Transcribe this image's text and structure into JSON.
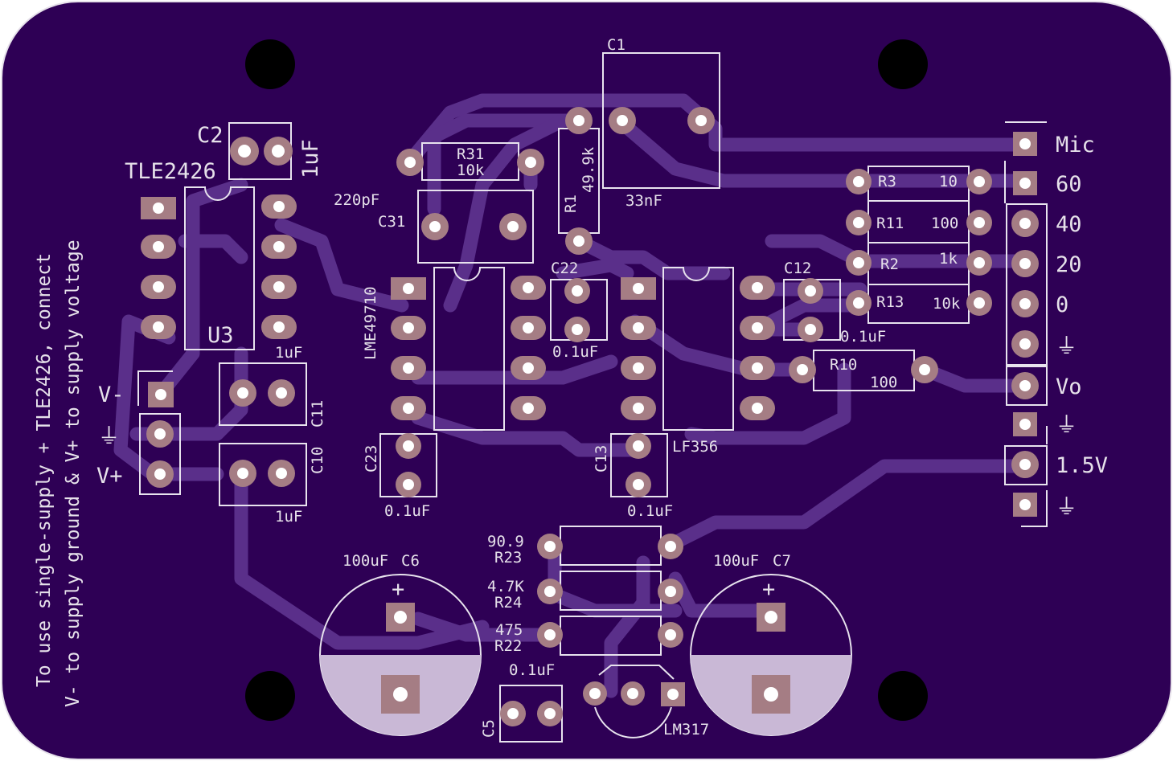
{
  "colors": {
    "board": "#2e0055",
    "trace": "#5a2f8a",
    "silkscreen": "#e6e1ea",
    "pad": "#a57d84",
    "cap_fill": "#c9b8d6"
  },
  "note": {
    "line1": "To use single-supply + TLE2426, connect",
    "line2": "V- to supply ground & V+ to supply voltage"
  },
  "components": {
    "C1": {
      "ref": "C1",
      "value": "33nF"
    },
    "C2": {
      "ref": "C2",
      "value": "1uF"
    },
    "U3": {
      "ref": "U3",
      "part": "TLE2426"
    },
    "R31": {
      "ref": "R31",
      "value": "10k"
    },
    "C31": {
      "ref": "C31",
      "value": "220pF"
    },
    "R1": {
      "ref": "R1",
      "value": "49.9k"
    },
    "C22": {
      "ref": "C22",
      "value": "0.1uF"
    },
    "U1": {
      "part": "LME49710"
    },
    "U2": {
      "part": "LF356"
    },
    "C12": {
      "ref": "C12",
      "value": "0.1uF"
    },
    "R10": {
      "ref": "R10",
      "value": "100"
    },
    "R3": {
      "ref": "R3",
      "value": "10"
    },
    "R11": {
      "ref": "R11",
      "value": "100"
    },
    "R2": {
      "ref": "R2",
      "value": "1k"
    },
    "R13": {
      "ref": "R13",
      "value": "10k"
    },
    "C11": {
      "ref": "C11",
      "value": "1uF"
    },
    "C10": {
      "ref": "C10",
      "value": "1uF"
    },
    "C23": {
      "ref": "C23",
      "value": "0.1uF"
    },
    "C13": {
      "ref": "C13",
      "value": "0.1uF"
    },
    "R23": {
      "ref": "R23",
      "value": "90.9"
    },
    "R24": {
      "ref": "R24",
      "value": "4.7K"
    },
    "R22": {
      "ref": "R22",
      "value": "475"
    },
    "C5": {
      "ref": "C5",
      "value": "0.1uF"
    },
    "C6": {
      "ref": "C6",
      "value": "100uF"
    },
    "C7": {
      "ref": "C7",
      "value": "100uF"
    },
    "VR": {
      "part": "LM317"
    }
  },
  "power": {
    "vminus": "V-",
    "vplus": "V+",
    "gnd": "⏚"
  },
  "connector": {
    "mic": "Mic",
    "gain60": "60",
    "gain40": "40",
    "gain20": "20",
    "gain0": "0",
    "gnd": "⏚",
    "vo": "Vo",
    "v15": "1.5V",
    "polarity": "+"
  }
}
